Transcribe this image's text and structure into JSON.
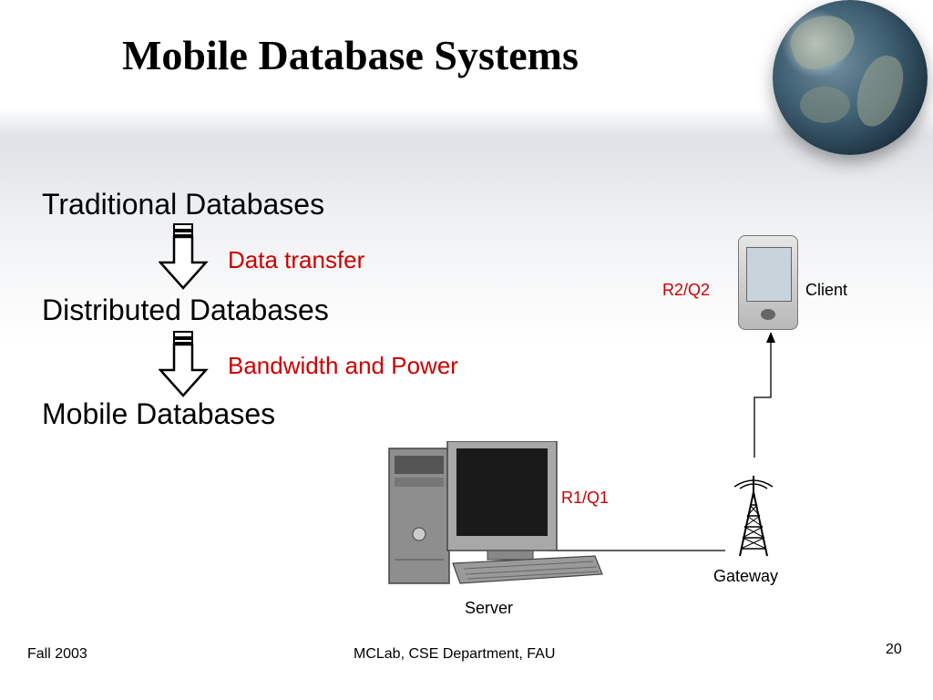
{
  "slide": {
    "title": "Mobile Database Systems",
    "stack": [
      "Traditional Databases",
      "Distributed Databases",
      "Mobile Databases"
    ],
    "reasons": [
      "Data transfer",
      "Bandwidth and Power"
    ]
  },
  "diagram": {
    "client_label": "Client",
    "client_query": "R2/Q2",
    "server_label": "Server",
    "server_query": "R1/Q1",
    "gateway_label": "Gateway"
  },
  "footer": {
    "left": "Fall 2003",
    "center": "MCLab, CSE Department, FAU",
    "page_number": "20"
  },
  "colors": {
    "reason_text": "#cc0000",
    "query_text": "#cc0000"
  }
}
